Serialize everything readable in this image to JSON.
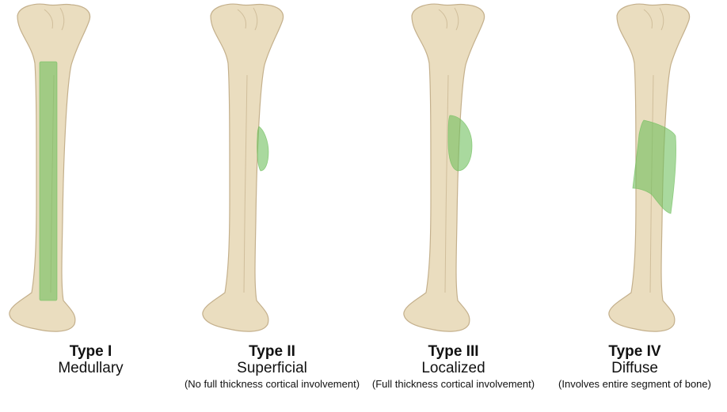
{
  "colors": {
    "bone_fill": "#EADDBF",
    "bone_outline": "#C4B08C",
    "lesion_fill": "#6FBF5E"
  },
  "types": [
    {
      "title": "Type I",
      "name": "Medullary",
      "note": "",
      "lesion": "medullary"
    },
    {
      "title": "Type II",
      "name": "Superficial",
      "note": "(No full thickness cortical involvement)",
      "lesion": "superficial"
    },
    {
      "title": "Type III",
      "name": "Localized",
      "note": "(Full thickness cortical involvement)",
      "lesion": "localized"
    },
    {
      "title": "Type IV",
      "name": "Diffuse",
      "note": "(Involves entire segment of bone)",
      "lesion": "diffuse"
    }
  ]
}
